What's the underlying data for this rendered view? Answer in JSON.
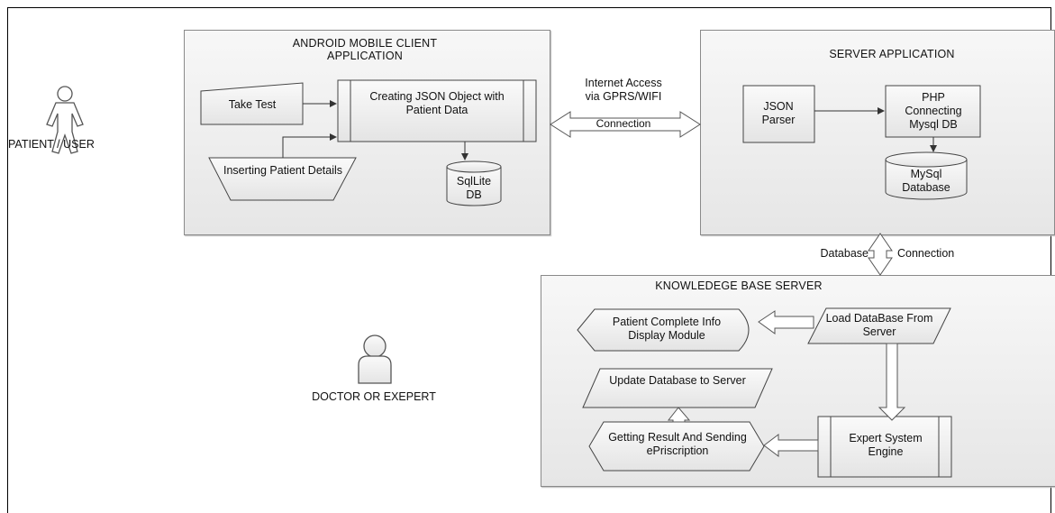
{
  "actors": {
    "patient": "PATIENT / USER",
    "doctor": "DOCTOR OR EXEPERT"
  },
  "android_panel": {
    "title": "ANDROID MOBILE CLIENT APPLICATION",
    "take_test": "Take Test",
    "creating_json": "Creating JSON Object with Patient Data",
    "inserting": "Inserting Patient Details",
    "sqlite": "SqlLite DB"
  },
  "link_internet": {
    "label": "Internet Access via GPRS/WIFI",
    "connection": "Connection"
  },
  "server_panel": {
    "title": "SERVER APPLICATION",
    "json_parser": "JSON Parser",
    "php": "PHP Connecting Mysql DB",
    "mysql": "MySql Database"
  },
  "link_database": {
    "left": "Database",
    "right": "Connection"
  },
  "kb_panel": {
    "title": "KNOWLEDEGE BASE SERVER",
    "patient_info": "Patient Complete Info Display Module",
    "load_db": "Load DataBase From Server",
    "update_db": "Update Database to Server",
    "getting_result": "Getting Result And Sending ePriscription",
    "expert_engine": "Expert System Engine"
  },
  "colors": {
    "panel_bg": "#ececec",
    "shape_fill": "#f2f2f2",
    "stroke": "#333333"
  }
}
